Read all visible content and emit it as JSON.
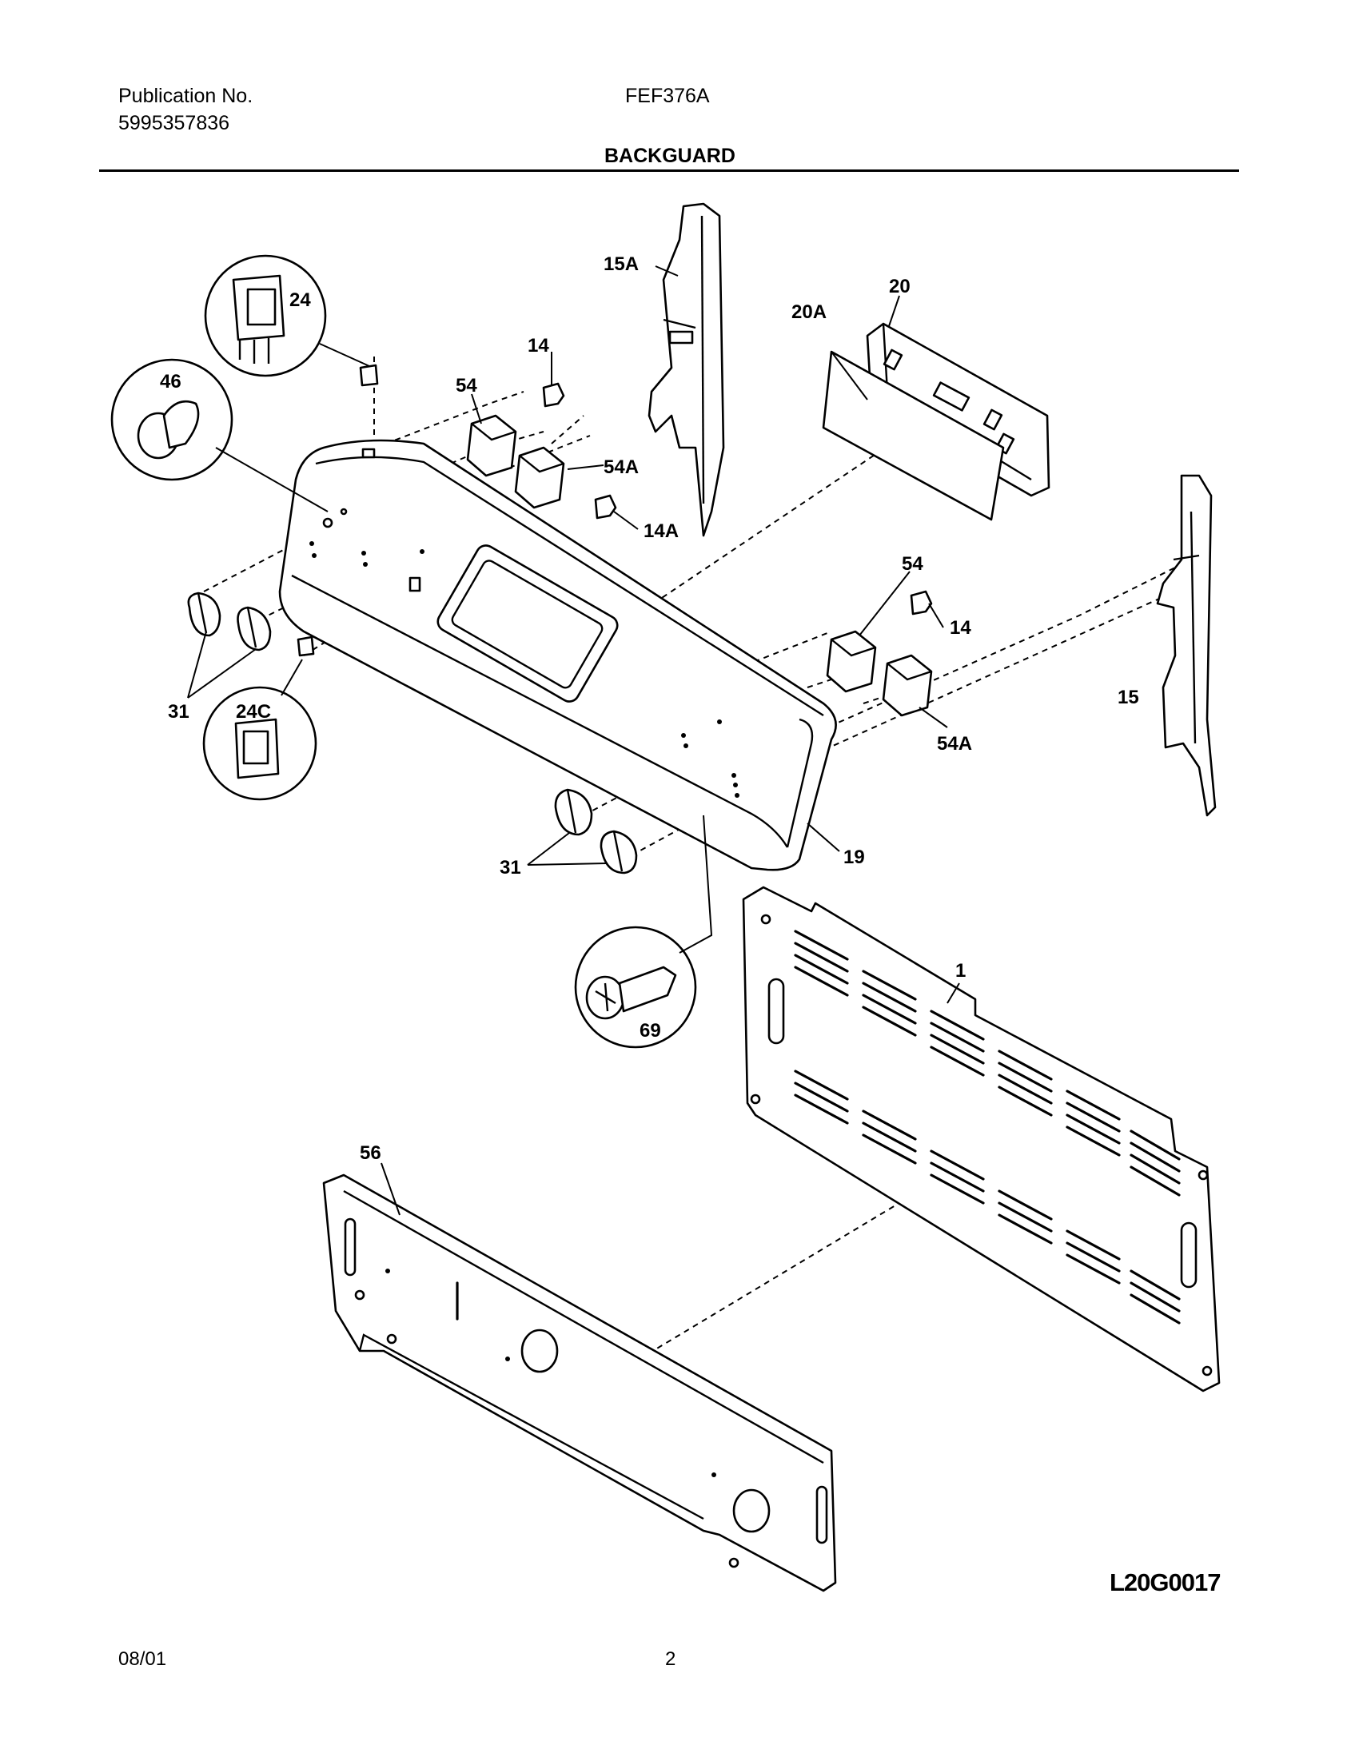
{
  "header": {
    "publication_label": "Publication No.",
    "publication_number": "5995357836",
    "model": "FEF376A",
    "section_title": "BACKGUARD"
  },
  "footer": {
    "date": "08/01",
    "page": "2",
    "diagram_code": "L20G0017"
  },
  "callouts": {
    "c1": "1",
    "c14_top": "14",
    "c14_right": "14",
    "c14A": "14A",
    "c15": "15",
    "c15A": "15A",
    "c19": "19",
    "c20": "20",
    "c20A": "20A",
    "c24": "24",
    "c24C": "24C",
    "c31_left": "31",
    "c31_bottom": "31",
    "c46": "46",
    "c54_top": "54",
    "c54_right": "54",
    "c54A_top": "54A",
    "c54A_right": "54A",
    "c56": "56",
    "c69": "69"
  }
}
